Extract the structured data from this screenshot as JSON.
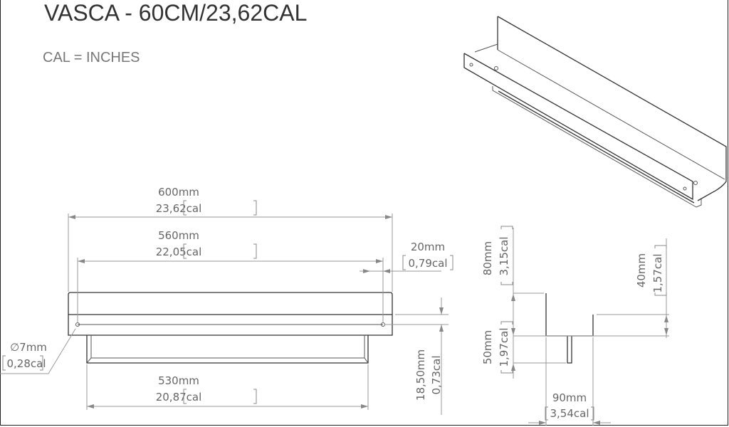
{
  "title": "VASCA - 60CM/23,62CAL",
  "subtitle": "CAL = INCHES",
  "front_view": {
    "overall_width": {
      "mm": "600mm",
      "cal": "23,62cal"
    },
    "hole_spacing": {
      "mm": "560mm",
      "cal": "22,05cal"
    },
    "hole_offset": {
      "mm": "20mm",
      "cal": "0,79cal"
    },
    "hole_diameter": {
      "mm": "∅7mm",
      "cal": "0,28cal"
    },
    "bar_width": {
      "mm": "530mm",
      "cal": "20,87cal"
    },
    "hole_height": {
      "mm": "18,50mm",
      "cal": "0,73cal"
    }
  },
  "side_view": {
    "back_height": {
      "mm": "80mm",
      "cal": "3,15cal"
    },
    "bar_depth": {
      "mm": "50mm",
      "cal": "1,97cal"
    },
    "front_height": {
      "mm": "40mm",
      "cal": "1,57cal"
    },
    "depth": {
      "mm": "90mm",
      "cal": "3,54cal"
    }
  }
}
